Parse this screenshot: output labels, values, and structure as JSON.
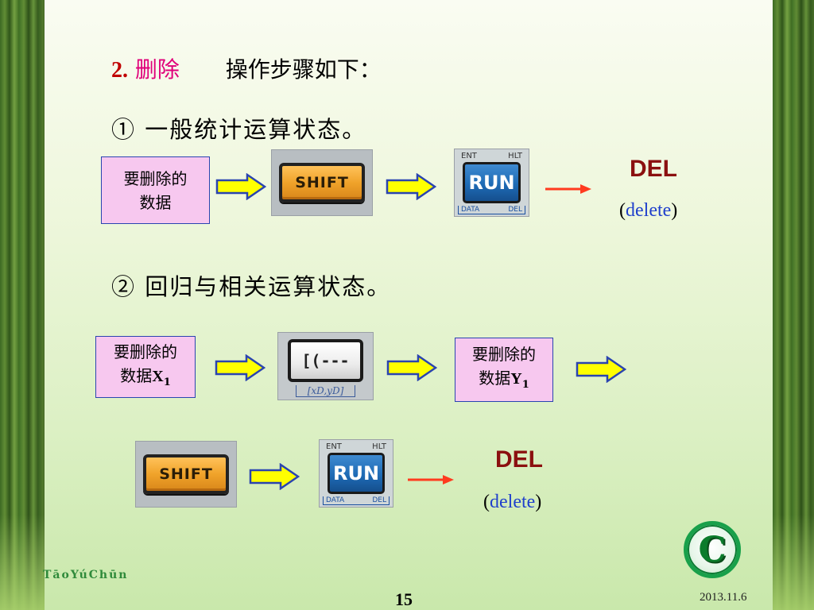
{
  "slide": {
    "heading": {
      "number": "2.",
      "keyword": "删除",
      "text": "操作步骤如下："
    },
    "section1": {
      "title": "① 一般统计运算状态。"
    },
    "section2": {
      "title": "② 回归与相关运算状态。"
    },
    "boxes": {
      "data_to_delete": [
        "要删除的",
        "数据"
      ],
      "data_x1": {
        "line1": "要删除的",
        "line2_prefix": "数据",
        "var": "X",
        "sub": "1"
      },
      "data_y1": {
        "line1": "要删除的",
        "line2_prefix": "数据",
        "var": "Y",
        "sub": "1"
      }
    },
    "keys": {
      "shift": "SHIFT",
      "run": "RUN",
      "run_top_left": "ENT",
      "run_top_right": "HLT",
      "run_bottom_left": "DATA",
      "run_bottom_right": "DEL",
      "xy_face": "[(---",
      "xy_label": "[xD,yD]"
    },
    "result": {
      "title": "DEL",
      "paren_open": "(",
      "word": "delete",
      "paren_close": ")"
    },
    "footer": {
      "page": "15",
      "date": "2013.11.6",
      "watermark": "TāoYúChūn",
      "logo_letter": "C"
    }
  },
  "colors": {
    "accent_red": "#c00000",
    "keyword_pink": "#e0007a",
    "box_fill": "#f7c8ef",
    "box_border": "#2a44b0",
    "arrow_yellow": "#ffff00",
    "arrow_blue": "#2a44b0",
    "arrow_red": "#ff3b1f",
    "del_title": "#8b1010",
    "delete_blue": "#1f3fcc"
  },
  "icons": [
    "block-arrow-right-icon",
    "thin-arrow-right-icon",
    "c-logo-icon"
  ]
}
